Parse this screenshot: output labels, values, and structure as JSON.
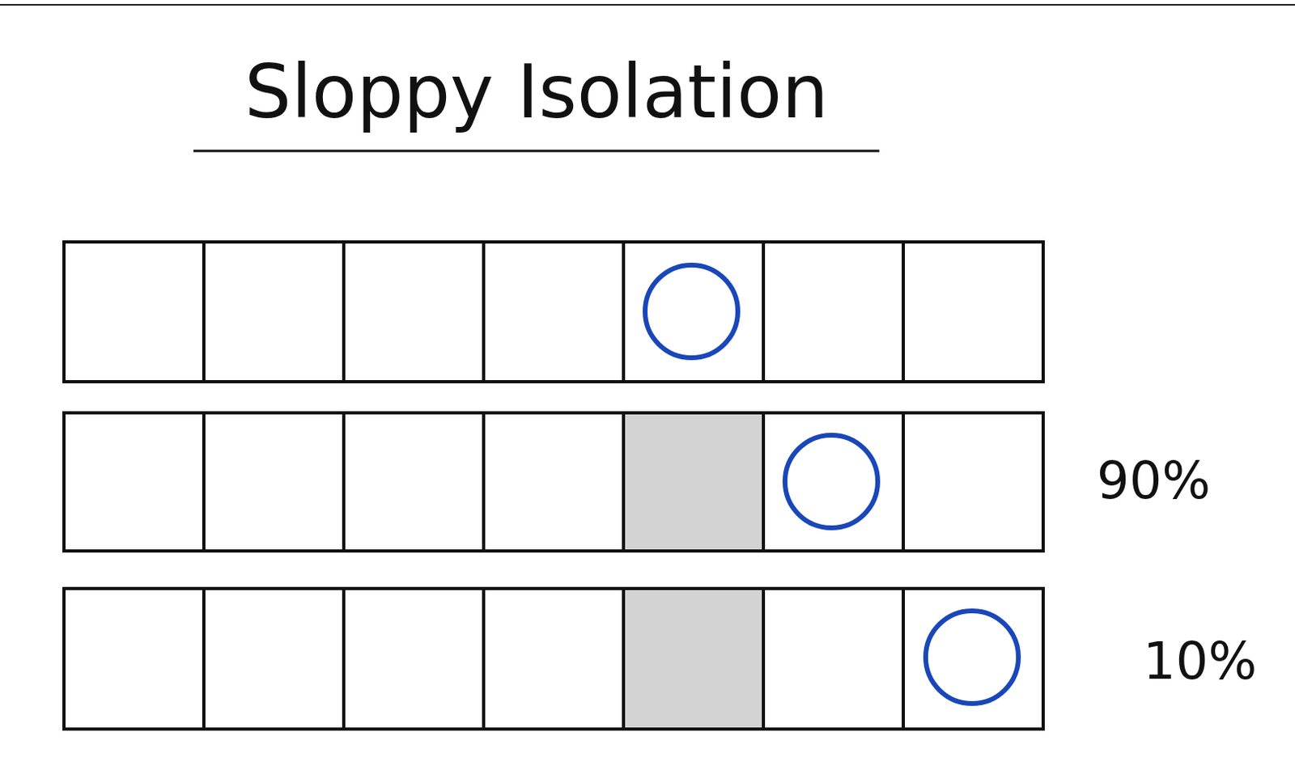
{
  "diagram": {
    "title": "Sloppy Isolation",
    "labels": [
      "90%",
      "10%"
    ]
  }
}
